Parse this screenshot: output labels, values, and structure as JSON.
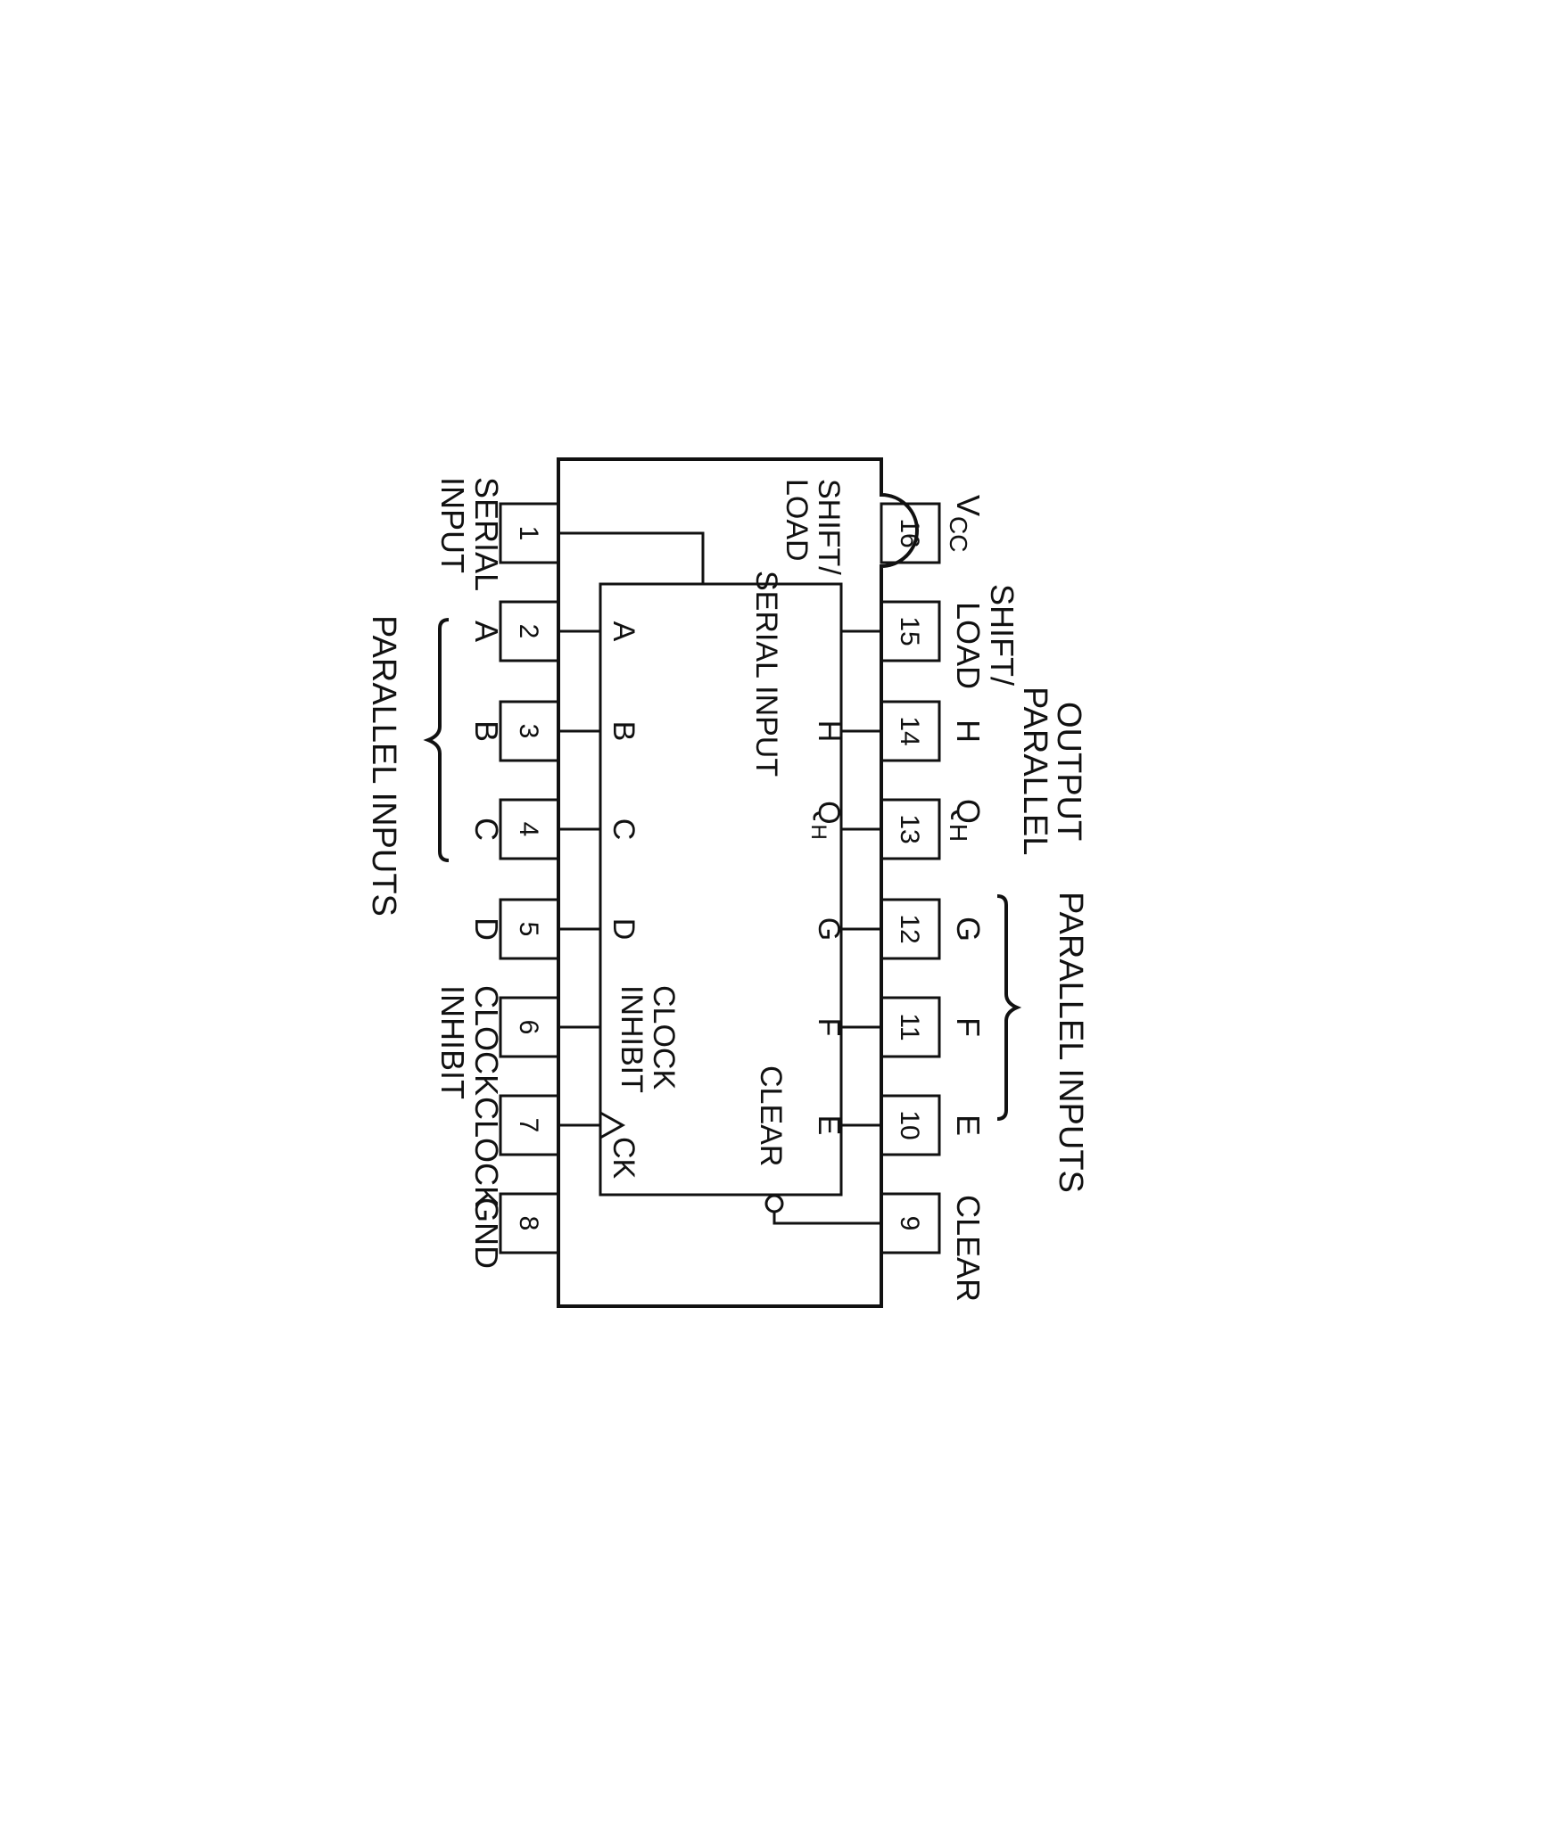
{
  "pins": [
    {
      "num": "1",
      "label1": "SERIAL",
      "label2": "INPUT"
    },
    {
      "num": "2",
      "label1": "A"
    },
    {
      "num": "3",
      "label1": "B"
    },
    {
      "num": "4",
      "label1": "C"
    },
    {
      "num": "5",
      "label1": "D"
    },
    {
      "num": "6",
      "label1": "CLOCK",
      "label2": "INHIBIT"
    },
    {
      "num": "7",
      "label1": "CLOCK"
    },
    {
      "num": "8",
      "label1": "GND"
    },
    {
      "num": "9",
      "label1": "CLEAR"
    },
    {
      "num": "10",
      "label1": "E"
    },
    {
      "num": "11",
      "label1": "F"
    },
    {
      "num": "12",
      "label1": "G"
    },
    {
      "num": "13",
      "label1": "Q",
      "sub": "H"
    },
    {
      "num": "14",
      "label1": "H"
    },
    {
      "num": "15",
      "label1": "SHIFT/",
      "label2": "LOAD"
    },
    {
      "num": "16",
      "label1": "V",
      "sub": "CC"
    }
  ],
  "inner": {
    "serial_input": "SERIAL INPUT",
    "shift_load_1": "SHIFT/",
    "shift_load_2": "LOAD",
    "a": "A",
    "b": "B",
    "c": "C",
    "d": "D",
    "clock_inhibit_1": "CLOCK",
    "clock_inhibit_2": "INHIBIT",
    "ck": "CK",
    "clear": "CLEAR",
    "h": "H",
    "qh": "Q",
    "qh_sub": "H",
    "g": "G",
    "f": "F",
    "e": "E"
  },
  "groups": {
    "left_parallel_inputs": "PARALLEL INPUTS",
    "right_parallel_inputs": "PARALLEL INPUTS",
    "parallel_output_1": "PARALLEL",
    "parallel_output_2": "OUTPUT"
  },
  "colors": {
    "ink": "#111111",
    "background": "#ffffff"
  }
}
